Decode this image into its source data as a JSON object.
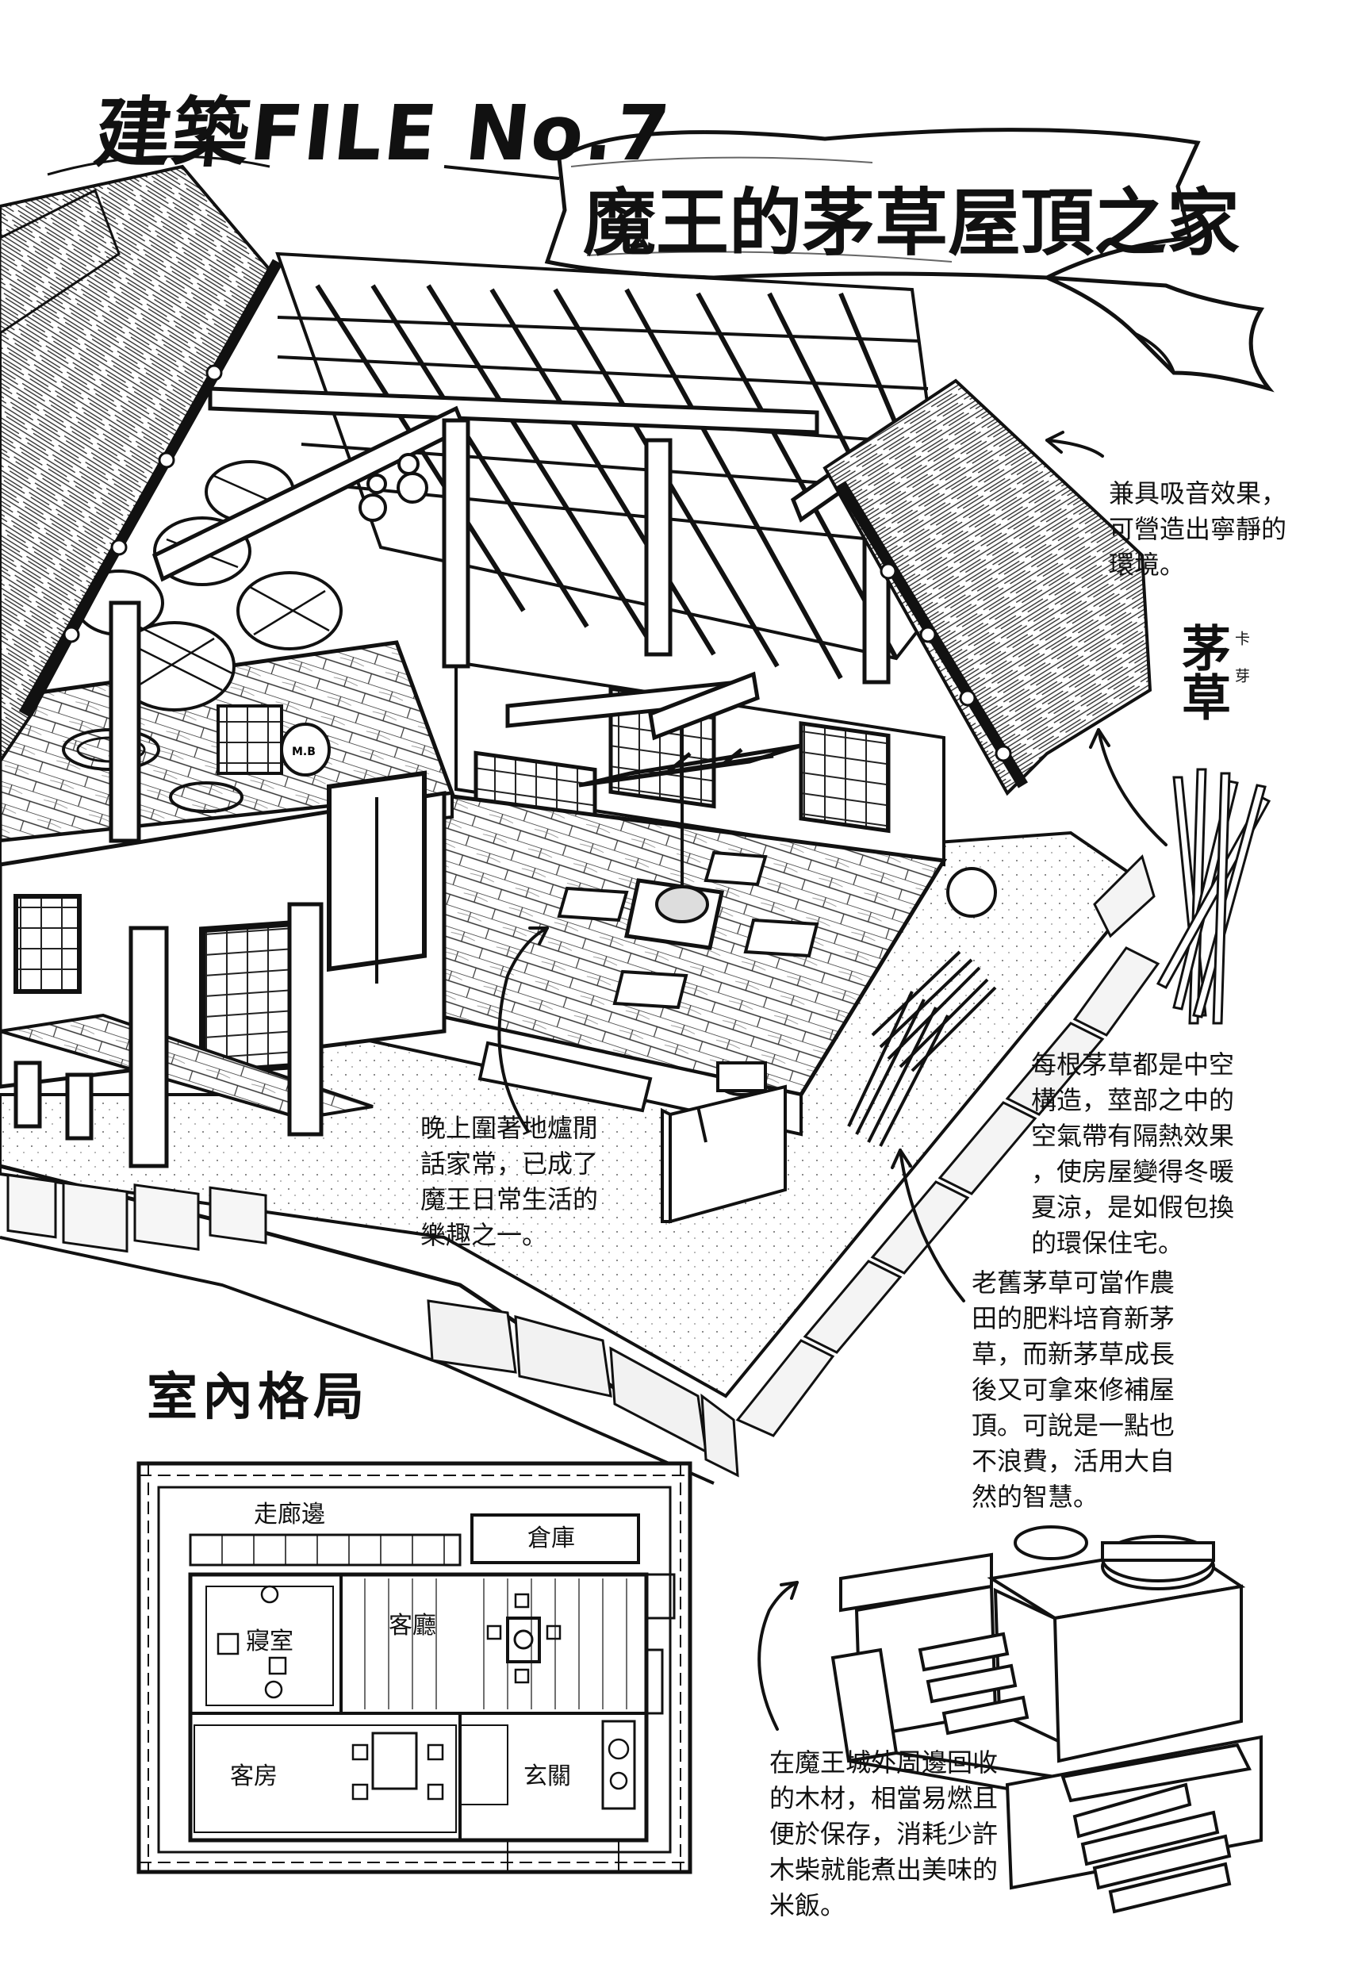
{
  "header": {
    "file_label": "建築FILE No.7",
    "title_main": "魔王的茅草屋頂之家"
  },
  "annotations": {
    "roof_sound": "兼具吸音效果，\n可營造出寧靜的\n環境。",
    "kaya_heading": "茅草",
    "kaya_ruby": "卡芽",
    "kaya_hollow": "每根茅草都是中空\n構造，莖部之中的\n空氣帶有隔熱效果\n，使房屋變得冬暖\n夏涼，是如假包換\n的環保住宅。",
    "hearth": "晚上圍著地爐閒\n話家常，已成了\n魔王日常生活的\n樂趣之一。",
    "old_kaya": "老舊茅草可當作農\n田的肥料培育新茅\n草，而新茅草成長\n後又可拿來修補屋\n頂。可說是一點也\n不浪費，活用大自\n然的智慧。",
    "firewood": "在魔王城外周邊回收\n的木材，相當易燃且\n便於保存，消耗少許\n木柴就能煮出美味的\n米飯。"
  },
  "floor_plan": {
    "title": "室內格局",
    "rooms": {
      "corridor": "走廊邊",
      "storage": "倉庫",
      "bedroom": "寢室",
      "living_room": "客廳",
      "guest_room": "客房",
      "entrance": "玄關"
    }
  },
  "illustration": {
    "jar_label": "M.B"
  }
}
